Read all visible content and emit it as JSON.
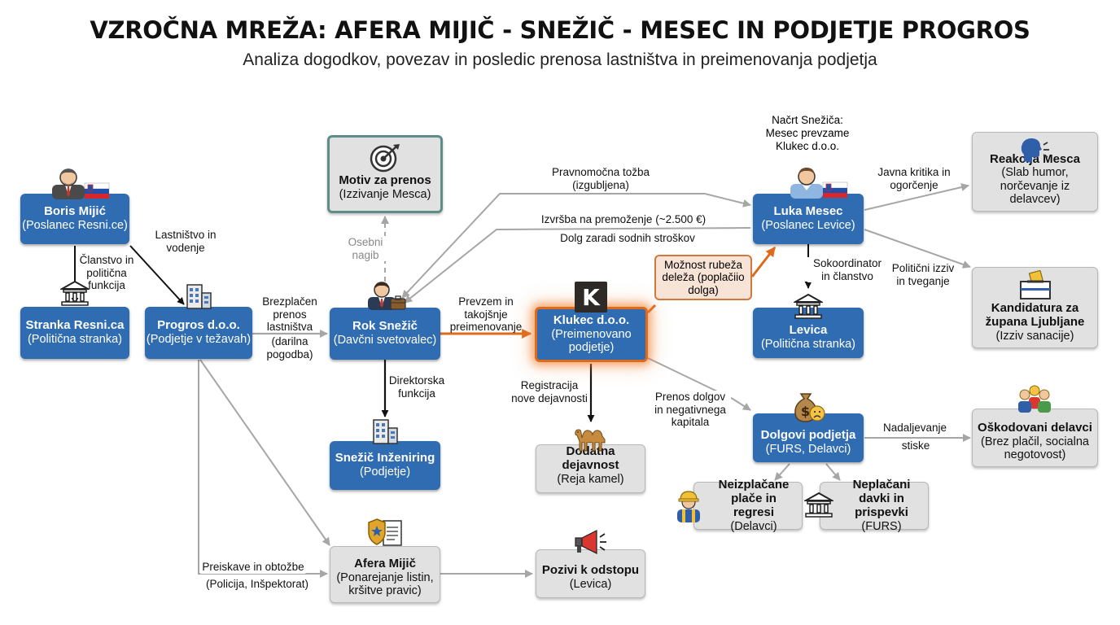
{
  "title": "VZROČNA MREŽA: AFERA MIJIČ - SNEŽIČ - MESEC IN PODJETJE PROGROS",
  "subtitle": "Analiza dogodkov, povezav in posledic prenosa lastništva in preimenovanja podjetja",
  "nodes": {
    "boris": {
      "title": "Boris Mijić",
      "sub": "(Poslanec Resni.ce)"
    },
    "stranka": {
      "title": "Stranka Resni.ca",
      "sub": "(Politična stranka)"
    },
    "progros": {
      "title": "Progros d.o.o.",
      "sub": "(Podjetje v težavah)"
    },
    "motiv": {
      "title": "Motiv za prenos",
      "sub": "(Izzivanje Mesca)"
    },
    "rok": {
      "title": "Rok Snežič",
      "sub": "(Davčni svetovalec)"
    },
    "snezic_inz": {
      "title": "Snežič Inženiring",
      "sub": "(Podjetje)"
    },
    "klukec": {
      "title": "Klukec d.o.o.",
      "sub": "(Preimenovano podjetje)",
      "logo": "K"
    },
    "dodatna": {
      "title": "Dodatna dejavnost",
      "sub": "(Reja kamel)"
    },
    "afera": {
      "title": "Afera Mijič",
      "sub": "(Ponarejanje listin, kršitve pravic)"
    },
    "pozivi": {
      "title": "Pozivi k odstopu",
      "sub": "(Levica)"
    },
    "luka": {
      "title": "Luka Mesec",
      "sub": "(Poslanec Levice)"
    },
    "levica": {
      "title": "Levica",
      "sub": "(Politična stranka)"
    },
    "dolgovi": {
      "title": "Dolgovi podjetja",
      "sub": "(FURS, Delavci)"
    },
    "neizplacane": {
      "title": "Neizplačane plače in regresi",
      "sub": "(Delavci)"
    },
    "neplacani": {
      "title": "Neplačani davki in prispevki",
      "sub": "(FURS)"
    },
    "reakcija": {
      "title": "Reakcija Mesca",
      "sub": "(Slab humor, norčevanje iz delavcev)"
    },
    "kandidatura": {
      "title": "Kandidatura za župana Ljubljane",
      "sub": "(Izziv sanacije)"
    },
    "oskodovani": {
      "title": "Oškodovani delavci",
      "sub": "(Brez plačil, socialna negotovost)"
    }
  },
  "edge_labels": {
    "clanstvo": "Članstvo in politična funkcija",
    "lastnistvo": "Lastništvo in vodenje",
    "brezplacen": "Brezplačen prenos lastništva",
    "darilna": "(darilna pogodba)",
    "osebni": "Osebni nagib",
    "direktorska": "Direktorska funkcija",
    "prevzem": "Prevzem in takojšnje preimenovanje",
    "registracija": "Registracija nove dejavnosti",
    "tozba": "Pravnomočna tožba (izgubljena)",
    "izvrsba": "Izvršba na premoženje (~2.500 €)",
    "dolg": "Dolg zaradi sodnih stroškov",
    "moznost": "Možnost rubeža deleža (poplačiio dolga)",
    "nacrt": "Načrt Snežiča: Mesec prevzame Klukec d.o.o.",
    "sokoordinator": "Sokoordinator in članstvo",
    "javna": "Javna kritika in ogorčenje",
    "politicni": "Politični izziv in tveganje",
    "prenos_dolgov": "Prenos dolgov in negativnega kapitala",
    "nadaljevanje": "Nadaljevanje",
    "stiske": "stiske",
    "preiskave": "Preiskave in obtožbe",
    "policija": "(Policija, Inšpektorat)"
  },
  "colors": {
    "node_blue": "#2f6cb1",
    "node_gray": "#e1e1e1",
    "accent_orange": "#e06a1c",
    "arrow_gray": "#a6a6a6",
    "arrow_black": "#111111",
    "motiv_border": "#5f8e8a"
  },
  "icons": [
    "man-flag-icon",
    "bank-icon",
    "building-icon",
    "target-icon",
    "businessman-icon",
    "camel-icon",
    "police-badge-document-icon",
    "megaphone-icon",
    "money-bag-sad-icon",
    "worker-icon",
    "speaking-head-icon",
    "ballot-box-icon",
    "group-people-icon",
    "slovenia-flag-icon"
  ]
}
